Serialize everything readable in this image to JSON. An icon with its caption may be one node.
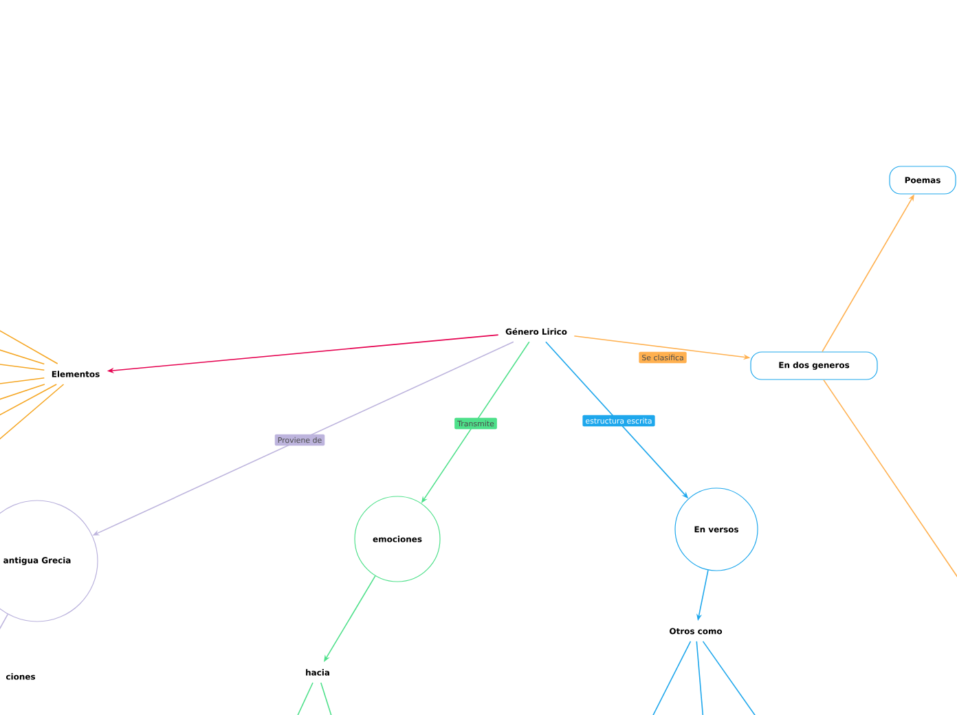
{
  "diagram": {
    "nodes": [
      {
        "text": [
          "Género Lirico"
        ]
      },
      {
        "text": [
          "Elementos"
        ]
      },
      {
        "text": [
          "antigua Grecia"
        ]
      },
      {
        "text": [
          "ciones"
        ]
      },
      {
        "text": [
          "emociones"
        ]
      },
      {
        "text": [
          "hacia"
        ]
      },
      {
        "text": [
          "En versos"
        ]
      },
      {
        "text": [
          "Otros como"
        ]
      },
      {
        "text": [
          "En dos generos"
        ]
      },
      {
        "text": [
          "Poemas"
        ]
      }
    ],
    "edges": [
      {
        "from": 0,
        "to": 1,
        "arrow": "to",
        "color": "#e5004f"
      },
      {
        "from": 0,
        "to": 2,
        "arrow": "to",
        "label": "Proviene de",
        "color": "#bdb4dd"
      },
      {
        "from": 0,
        "to": 4,
        "arrow": "to",
        "label": "Transmite",
        "color": "#4ee08a"
      },
      {
        "from": 0,
        "to": 6,
        "arrow": "to",
        "label": "estructura escrita",
        "color": "#1ea7ec"
      },
      {
        "from": 0,
        "to": 8,
        "arrow": "to",
        "label": "Se clasifica",
        "color": "#ffb04f"
      },
      {
        "from": 8,
        "to": 9,
        "arrow": "to",
        "color": "#ffb04f"
      },
      {
        "from": 8,
        "to": null,
        "arrow": "none",
        "color": "#ffb04f"
      },
      {
        "from": 4,
        "to": 5,
        "arrow": "to",
        "color": "#4ee08a"
      },
      {
        "from": 5,
        "to": null,
        "arrow": "none",
        "color": "#4ee08a"
      },
      {
        "from": 5,
        "to": null,
        "arrow": "none",
        "color": "#4ee08a"
      },
      {
        "from": 6,
        "to": 7,
        "arrow": "to",
        "color": "#1ea7ec"
      },
      {
        "from": 7,
        "to": null,
        "arrow": "none",
        "color": "#1ea7ec"
      },
      {
        "from": 7,
        "to": null,
        "arrow": "none",
        "color": "#1ea7ec"
      },
      {
        "from": 7,
        "to": null,
        "arrow": "none",
        "color": "#1ea7ec"
      },
      {
        "from": 2,
        "to": null,
        "arrow": "none",
        "color": "#bdb4dd"
      },
      {
        "from": 1,
        "to": null,
        "arrow": "none",
        "color": "#f5a623"
      },
      {
        "from": 1,
        "to": null,
        "arrow": "none",
        "color": "#f5a623"
      },
      {
        "from": 1,
        "to": null,
        "arrow": "none",
        "color": "#f5a623"
      },
      {
        "from": 1,
        "to": null,
        "arrow": "none",
        "color": "#f5a623"
      },
      {
        "from": 1,
        "to": null,
        "arrow": "none",
        "color": "#f5a623"
      },
      {
        "from": 1,
        "to": null,
        "arrow": "none",
        "color": "#f5a623"
      },
      {
        "from": 1,
        "to": null,
        "arrow": "none",
        "color": "#f5a623"
      }
    ]
  }
}
